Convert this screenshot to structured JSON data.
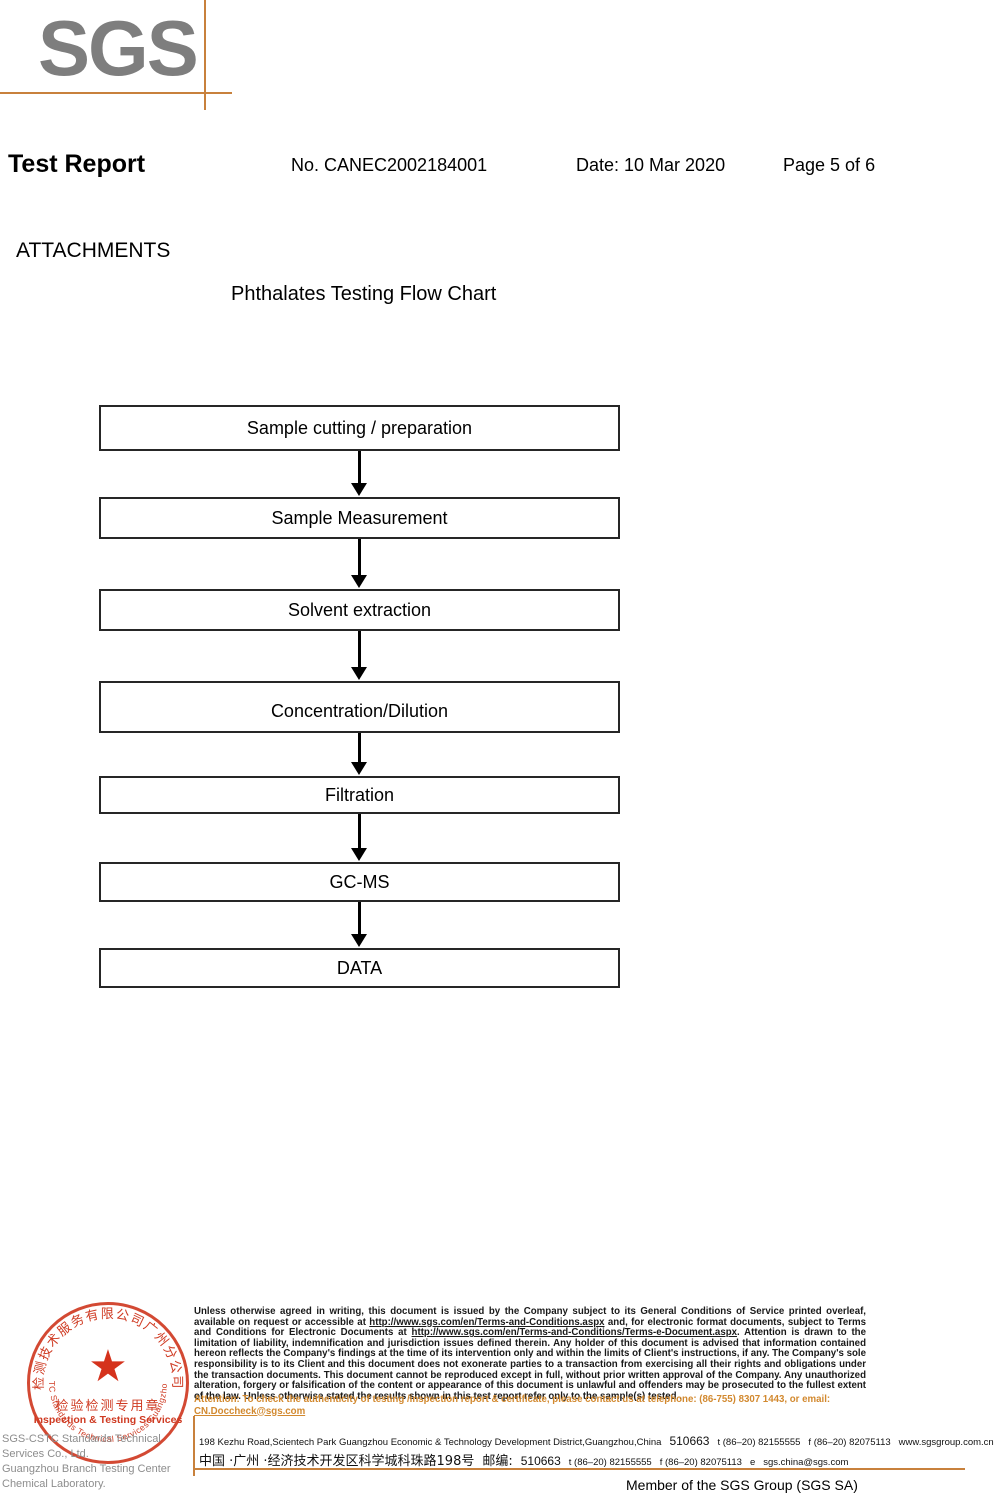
{
  "logo": {
    "text": "SGS"
  },
  "header": {
    "title": "Test Report",
    "report_no": "No. CANEC2002184001",
    "date": "Date: 10 Mar 2020",
    "page": "Page 5 of 6"
  },
  "sections": {
    "attachments_heading": "ATTACHMENTS",
    "flowchart_title": "Phthalates Testing Flow Chart"
  },
  "chart_data": {
    "type": "flowchart",
    "title": "Phthalates Testing Flow Chart",
    "orientation": "vertical",
    "connector": "down-arrow",
    "steps": [
      {
        "label": "Sample cutting / preparation"
      },
      {
        "label": "Sample Measurement"
      },
      {
        "label": "Solvent extraction"
      },
      {
        "label": "Concentration/Dilution"
      },
      {
        "label": "Filtration"
      },
      {
        "label": "GC-MS"
      },
      {
        "label": "DATA"
      }
    ]
  },
  "stamp": {
    "arc_top_text": "检测技术服务有限公司广州分公司",
    "arc_bottom_text": "SGS-CSTC Standards Technical Services Guangzhou Branch",
    "star": "★",
    "center_cn": "检验检测专用章",
    "center_en": "Inspection & Testing Services",
    "color": "#cf3a22"
  },
  "lab_identity": {
    "line1": "SGS-CSTC Standards Technical Services Co., Ltd.",
    "line2": "Guangzhou Branch Testing Center Chemical Laboratory."
  },
  "footer": {
    "legal_part1": "Unless otherwise agreed in writing, this document is issued by the Company subject to its General Conditions of Service printed overleaf, available on request or accessible at ",
    "legal_link1": "http://www.sgs.com/en/Terms-and-Conditions.aspx",
    "legal_part2": " and, for electronic format documents, subject to Terms and Conditions for Electronic Documents at ",
    "legal_link2": "http://www.sgs.com/en/Terms-and-Conditions/Terms-e-Document.aspx",
    "legal_part3": ". Attention is drawn to the limitation of liability, indemnification and jurisdiction issues defined therein. Any holder of this document is advised that information contained hereon reflects the Company's findings at the time of its intervention only and within the limits of Client's instructions, if any. The Company's sole responsibility is to its Client and this document does not exonerate parties to a transaction from exercising all their rights and obligations under the transaction documents. This document cannot be reproduced except in full, without prior written approval of the Company. Any unauthorized alteration, forgery or falsification of the content or appearance of this document is unlawful and offenders may be prosecuted to the fullest extent of the law. Unless otherwise stated the results shown in this test report refer only to the sample(s) tested .",
    "attention_text": "Attention: To check the authenticity of testing /inspection report & certificate, please contact us at telephone: (86-755) 8307 1443, or email: ",
    "attention_email": "CN.Doccheck@sgs.com",
    "attention_color": "#d2892f",
    "address_en": "198 Kezhu Road,Scientech Park Guangzhou Economic & Technology Development District,Guangzhou,China",
    "address_en_zip": "510663",
    "address_en_tel": "t (86–20) 82155555",
    "address_en_fax": "f (86–20) 82075113",
    "address_en_web": "www.sgsgroup.com.cn",
    "address_cn": "中国 ·广州 ·经济技术开发区科学城科珠路198号",
    "address_cn_ziplabel": "邮编:",
    "address_cn_zip": "510663",
    "address_cn_tel": "t (86–20) 82155555",
    "address_cn_fax": "f (86–20) 82075113",
    "address_cn_email_label": "e",
    "address_cn_email": "sgs.china@sgs.com",
    "member_line": "Member of the SGS Group (SGS SA)",
    "rule_color": "#c8813c"
  }
}
